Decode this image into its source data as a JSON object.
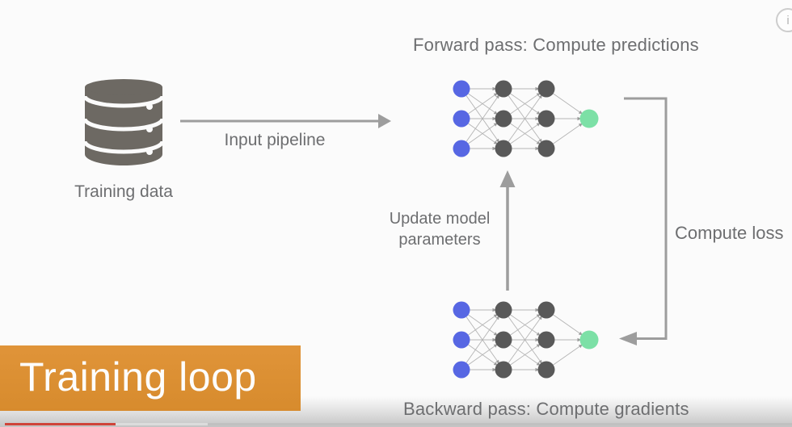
{
  "slide": {
    "forward_title": "Forward pass: Compute predictions",
    "backward_title": "Backward pass: Compute gradients",
    "compute_loss_label": "Compute loss",
    "input_pipeline_label": "Input pipeline",
    "training_data_label": "Training data",
    "update_params_line1": "Update model",
    "update_params_line2": "parameters",
    "banner_label": "Training loop"
  },
  "network": {
    "input_color": "#5767e3",
    "hidden_color": "#595959",
    "output_color": "#7ce0a6",
    "edge_color": "#b4b4b4",
    "edge_arrow_color": "#9a9a9a",
    "layers": [
      3,
      3,
      3,
      1
    ]
  },
  "colors": {
    "arrow_gray": "#9d9d9d",
    "database_gray": "#6d6963",
    "banner_orange": "#de9035",
    "progress_red": "#cf4439"
  },
  "player": {
    "info_icon_glyph": "i"
  }
}
